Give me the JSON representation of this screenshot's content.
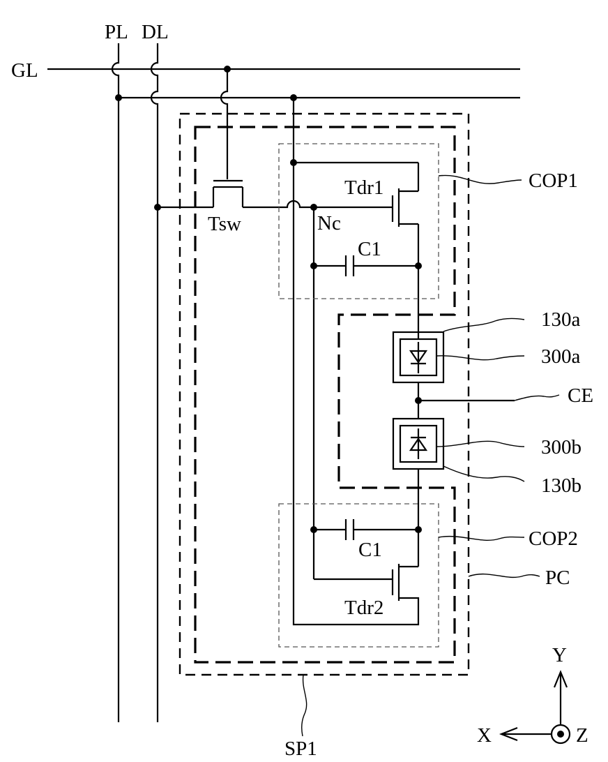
{
  "labels": {
    "pl": "PL",
    "dl": "DL",
    "gl": "GL",
    "tsw": "Tsw",
    "nc": "Nc",
    "tdr1": "Tdr1",
    "tdr2": "Tdr2",
    "c1_top": "C1",
    "c1_bottom": "C1",
    "cop1": "COP1",
    "cop2": "COP2",
    "l130a": "130a",
    "l300a": "300a",
    "ce": "CE",
    "l300b": "300b",
    "l130b": "130b",
    "pc": "PC",
    "sp1": "SP1",
    "axis_y": "Y",
    "axis_x": "X",
    "axis_z": "Z"
  }
}
